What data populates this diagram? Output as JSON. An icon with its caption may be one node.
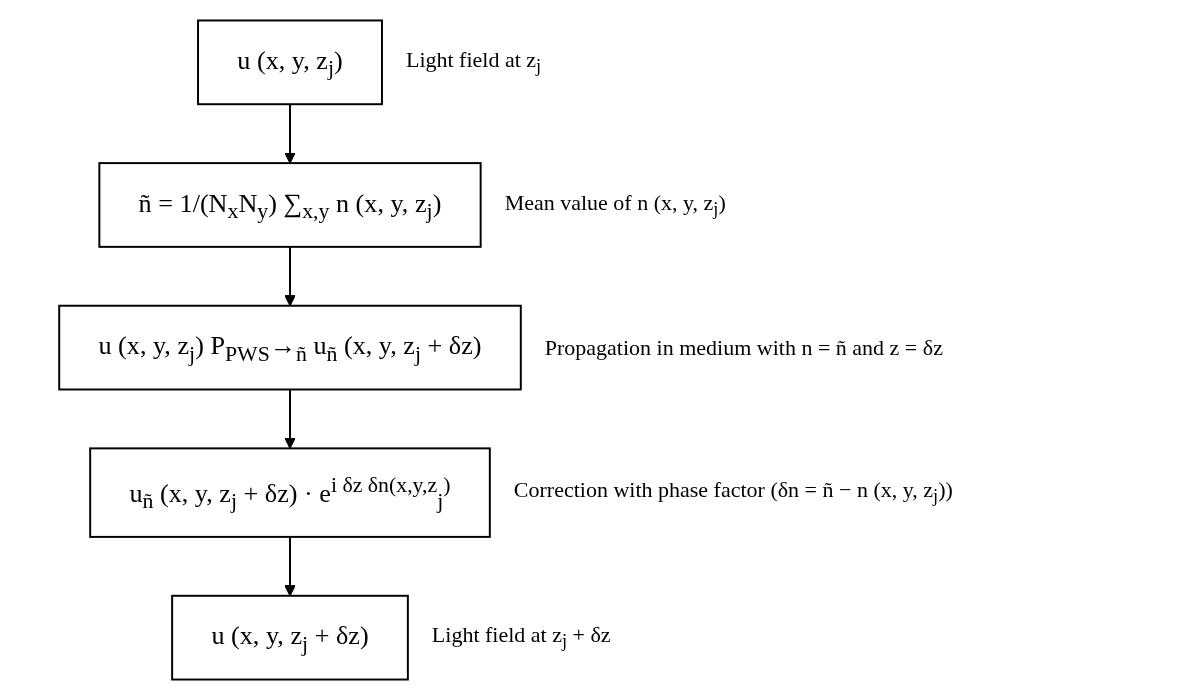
{
  "diagram": {
    "nodes": [
      {
        "text": [
          "u (x, y, z$_{j}$)"
        ],
        "beside": [
          "Light field at z$_{j}$"
        ]
      },
      {
        "text": [
          "ñ = 1/(N$_{x}$N$_{y}$) ∑$_{x,y}$ n (x, y, z$_{j}$)"
        ],
        "beside": [
          "Mean value of n (x, y, z$_{j}$)"
        ]
      },
      {
        "text": [
          "u (x, y, z$_{j}$) P$_{PWS}$→$_{ñ}$ u$_{ñ}$ (x, y, z$_{j}$ + δz)"
        ],
        "beside": [
          "Propagation in medium with n = ñ and z = δz"
        ]
      },
      {
        "text": [
          "u$_{ñ}$ (x, y, z$_{j}$ + δz) · e$^{i δz δn(x,y,z}$$_{j}$$^{)}$"
        ],
        "beside": [
          "Correction with phase factor (δn = ñ − n (x, y, z$_{j}$))"
        ]
      },
      {
        "text": [
          "u (x, y, z$_{j}$ + δz)"
        ],
        "beside": [
          "Light field at z$_{j}$ + δz"
        ]
      }
    ],
    "edges": [
      {
        "from": 0,
        "to": 1,
        "arrow": "to"
      },
      {
        "from": 1,
        "to": 2,
        "arrow": "to"
      },
      {
        "from": 2,
        "to": 3,
        "arrow": "to"
      },
      {
        "from": 3,
        "to": 4,
        "arrow": "to"
      }
    ]
  }
}
